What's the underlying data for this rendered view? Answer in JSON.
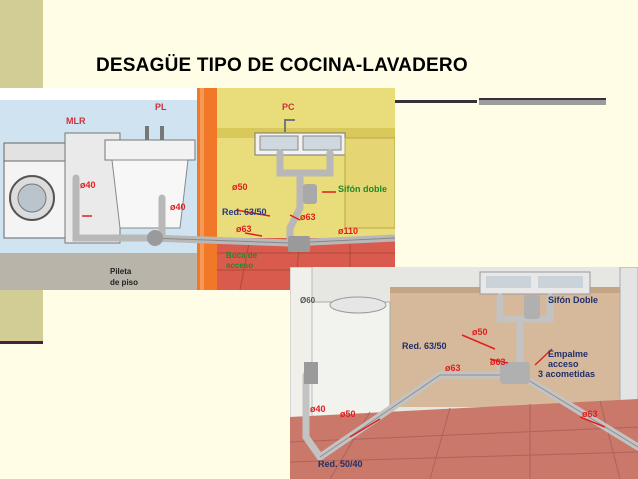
{
  "slide": {
    "title": "DESAGÜE TIPO DE COCINA-LAVADERO"
  },
  "colors": {
    "background": "#fffde5",
    "side_band": "#d2cd95",
    "title_text": "#000000",
    "pipe_orange": "#f07828",
    "dimension_red": "#e02020",
    "label_green": "#1f8a2a"
  },
  "top_diagram": {
    "labels": {
      "mlr": "MLR",
      "pl": "PL",
      "pc": "PC",
      "sifon": "Sifón doble",
      "o40a": "ø40",
      "o40b": "ø40",
      "o50": "ø50",
      "red": "Red. 63/50",
      "o63a": "ø63",
      "o63b": "ø63",
      "o110": "ø110",
      "boca1": "Boca de",
      "boca2": "acceso",
      "pileta1": "Pileta",
      "pileta2": "de piso"
    }
  },
  "bottom_diagram": {
    "labels": {
      "o60": "Ø60",
      "sifon": "Sifón Doble",
      "o50a": "ø50",
      "red1": "Red. 63/50",
      "o63a": "ø63",
      "o63b": "ø63",
      "empalme1": "Empalme",
      "empalme2": "acceso",
      "empalme3": "3 acometidas",
      "o40": "ø40",
      "o50b": "ø50",
      "o63c": "ø63",
      "red2": "Red. 50/40"
    }
  }
}
